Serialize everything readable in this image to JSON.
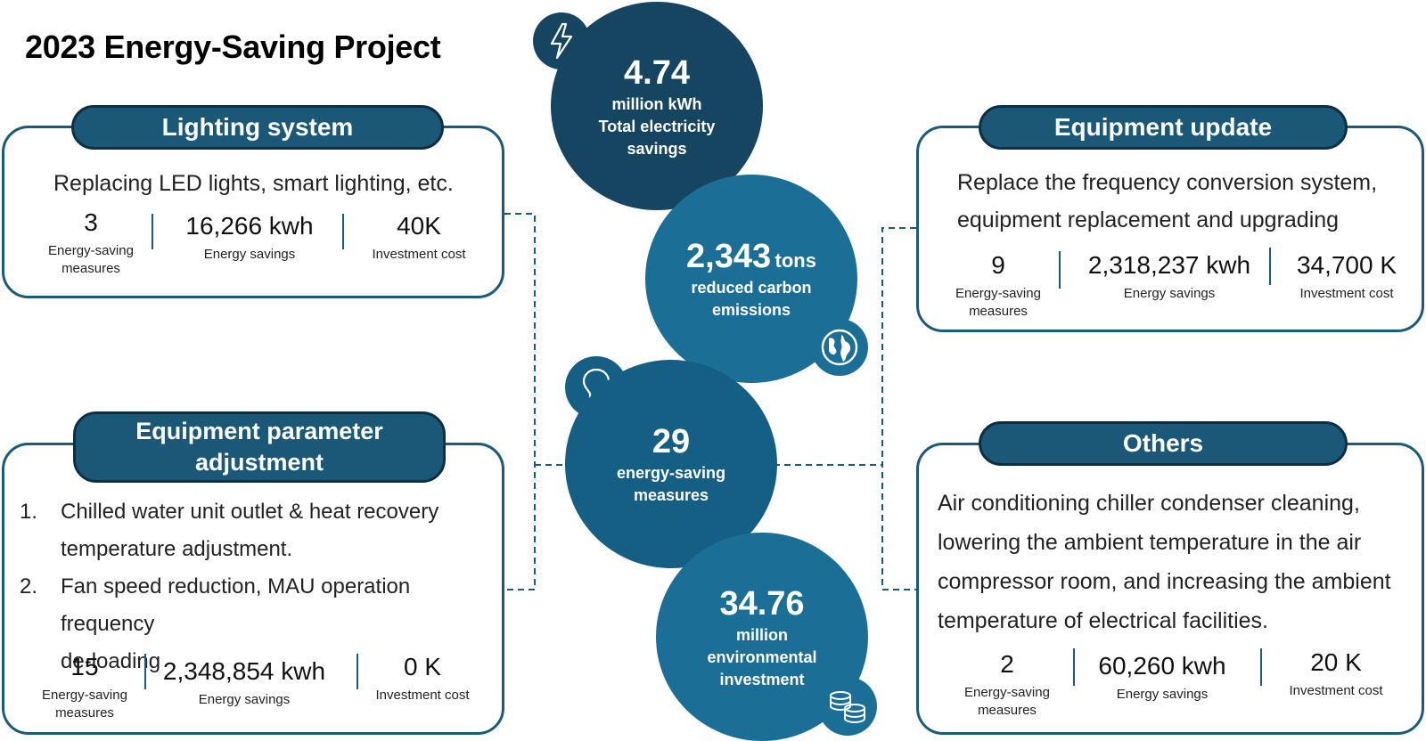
{
  "title": "2023 Energy-Saving Project",
  "colors": {
    "dark": "#154560",
    "mid": "#1b6f97",
    "border": "#1a5a7a",
    "pill": "#1b5878"
  },
  "center": {
    "electricity": {
      "value": "4.74",
      "line1": "million kWh",
      "line2": "Total electricity",
      "line3": "savings",
      "icon": "lightning-icon"
    },
    "carbon": {
      "value": "2,343",
      "unit": "tons",
      "line1": "reduced carbon",
      "line2": "emissions",
      "icon": "globe-icon"
    },
    "measures": {
      "value": "29",
      "line1": "energy-saving",
      "line2": "measures",
      "icon": "lightbulb-icon"
    },
    "investment": {
      "value": "34.76",
      "line1": "million",
      "line2": "environmental",
      "line3": "investment",
      "icon": "coins-icon"
    }
  },
  "lighting": {
    "title": "Lighting system",
    "description": "Replacing LED lights, smart lighting, etc.",
    "stats": [
      {
        "value": "3",
        "label1": "Energy-saving",
        "label2": "measures"
      },
      {
        "value": "16,266 kwh",
        "label1": "Energy savings",
        "label2": ""
      },
      {
        "value": "40K",
        "label1": "Investment cost",
        "label2": ""
      }
    ]
  },
  "parameter": {
    "title_line1": "Equipment parameter",
    "title_line2": "adjustment",
    "items": [
      {
        "num": "1.",
        "line1": "Chilled water unit outlet & heat recovery",
        "line2": "temperature adjustment."
      },
      {
        "num": "2.",
        "line1": "Fan speed reduction, MAU operation frequency",
        "line2": "de-loading"
      }
    ],
    "stats": [
      {
        "value": "15",
        "label1": "Energy-saving",
        "label2": "measures"
      },
      {
        "value": "2,348,854 kwh",
        "label1": "Energy savings",
        "label2": ""
      },
      {
        "value": "0 K",
        "label1": "Investment cost",
        "label2": ""
      }
    ]
  },
  "update": {
    "title": "Equipment update",
    "line1": "Replace the frequency conversion system,",
    "line2": "equipment replacement and upgrading",
    "stats": [
      {
        "value": "9",
        "label1": "Energy-saving",
        "label2": "measures"
      },
      {
        "value": "2,318,237 kwh",
        "label1": "Energy savings",
        "label2": ""
      },
      {
        "value": "34,700 K",
        "label1": "Investment cost",
        "label2": ""
      }
    ]
  },
  "others": {
    "title": "Others",
    "line1": "Air conditioning chiller condenser cleaning,",
    "line2": "lowering the ambient temperature in the air",
    "line3": "compressor room, and increasing the ambient",
    "line4": "temperature of electrical facilities.",
    "stats": [
      {
        "value": "2",
        "label1": "Energy-saving",
        "label2": "measures"
      },
      {
        "value": "60,260 kwh",
        "label1": "Energy savings",
        "label2": ""
      },
      {
        "value": "20 K",
        "label1": "Investment cost",
        "label2": ""
      }
    ]
  }
}
